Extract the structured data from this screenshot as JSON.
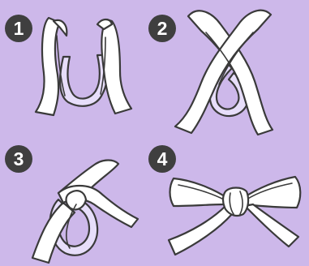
{
  "steps": [
    {
      "number": "1"
    },
    {
      "number": "2"
    },
    {
      "number": "3"
    },
    {
      "number": "4"
    }
  ],
  "colors": {
    "background": "#cdb8ea",
    "badge": "#3f3f3f",
    "ribbon": "#ffffff",
    "outline": "#3a3a3a"
  }
}
